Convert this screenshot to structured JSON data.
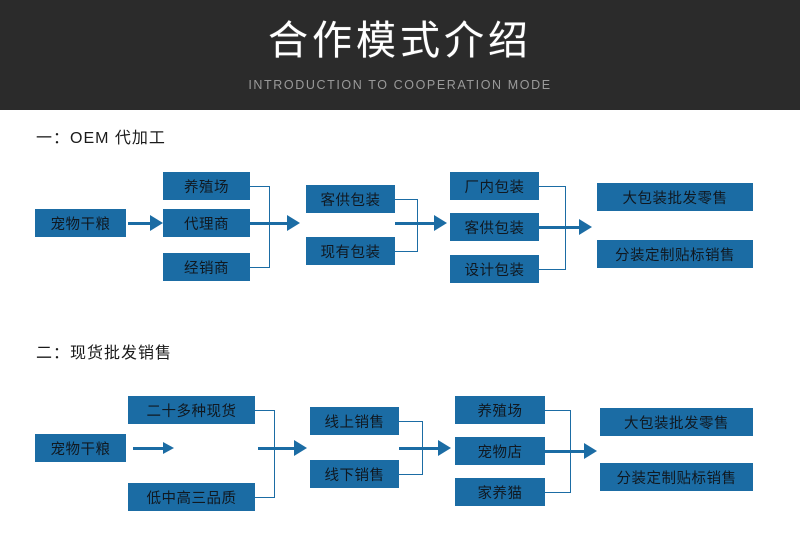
{
  "banner": {
    "title": "合作模式介绍",
    "subtitle": "INTRODUCTION TO COOPERATION MODE",
    "background_color": "#2b2b2b",
    "title_color": "#ffffff",
    "subtitle_color": "#9a9a9a"
  },
  "theme": {
    "box_color": "#1b6ca4",
    "box_text_color": "#101820",
    "connector_color": "#1b6ca4",
    "page_background": "#ffffff"
  },
  "sections": [
    {
      "label": "一：OEM 代加工",
      "columns": [
        {
          "boxes": [
            "宠物干粮"
          ]
        },
        {
          "boxes": [
            "养殖场",
            "代理商",
            "经销商"
          ]
        },
        {
          "boxes": [
            "客供包装",
            "现有包装"
          ]
        },
        {
          "boxes": [
            "厂内包装",
            "客供包装",
            "设计包装"
          ]
        },
        {
          "boxes": [
            "大包装批发零售",
            "分装定制贴标销售"
          ]
        }
      ]
    },
    {
      "label": "二：现货批发销售",
      "columns": [
        {
          "boxes": [
            "宠物干粮"
          ]
        },
        {
          "boxes": [
            "二十多种现货",
            "低中高三品质"
          ]
        },
        {
          "boxes": [
            "线上销售",
            "线下销售"
          ]
        },
        {
          "boxes": [
            "养殖场",
            "宠物店",
            "家养猫"
          ]
        },
        {
          "boxes": [
            "大包装批发零售",
            "分装定制贴标销售"
          ]
        }
      ]
    }
  ]
}
